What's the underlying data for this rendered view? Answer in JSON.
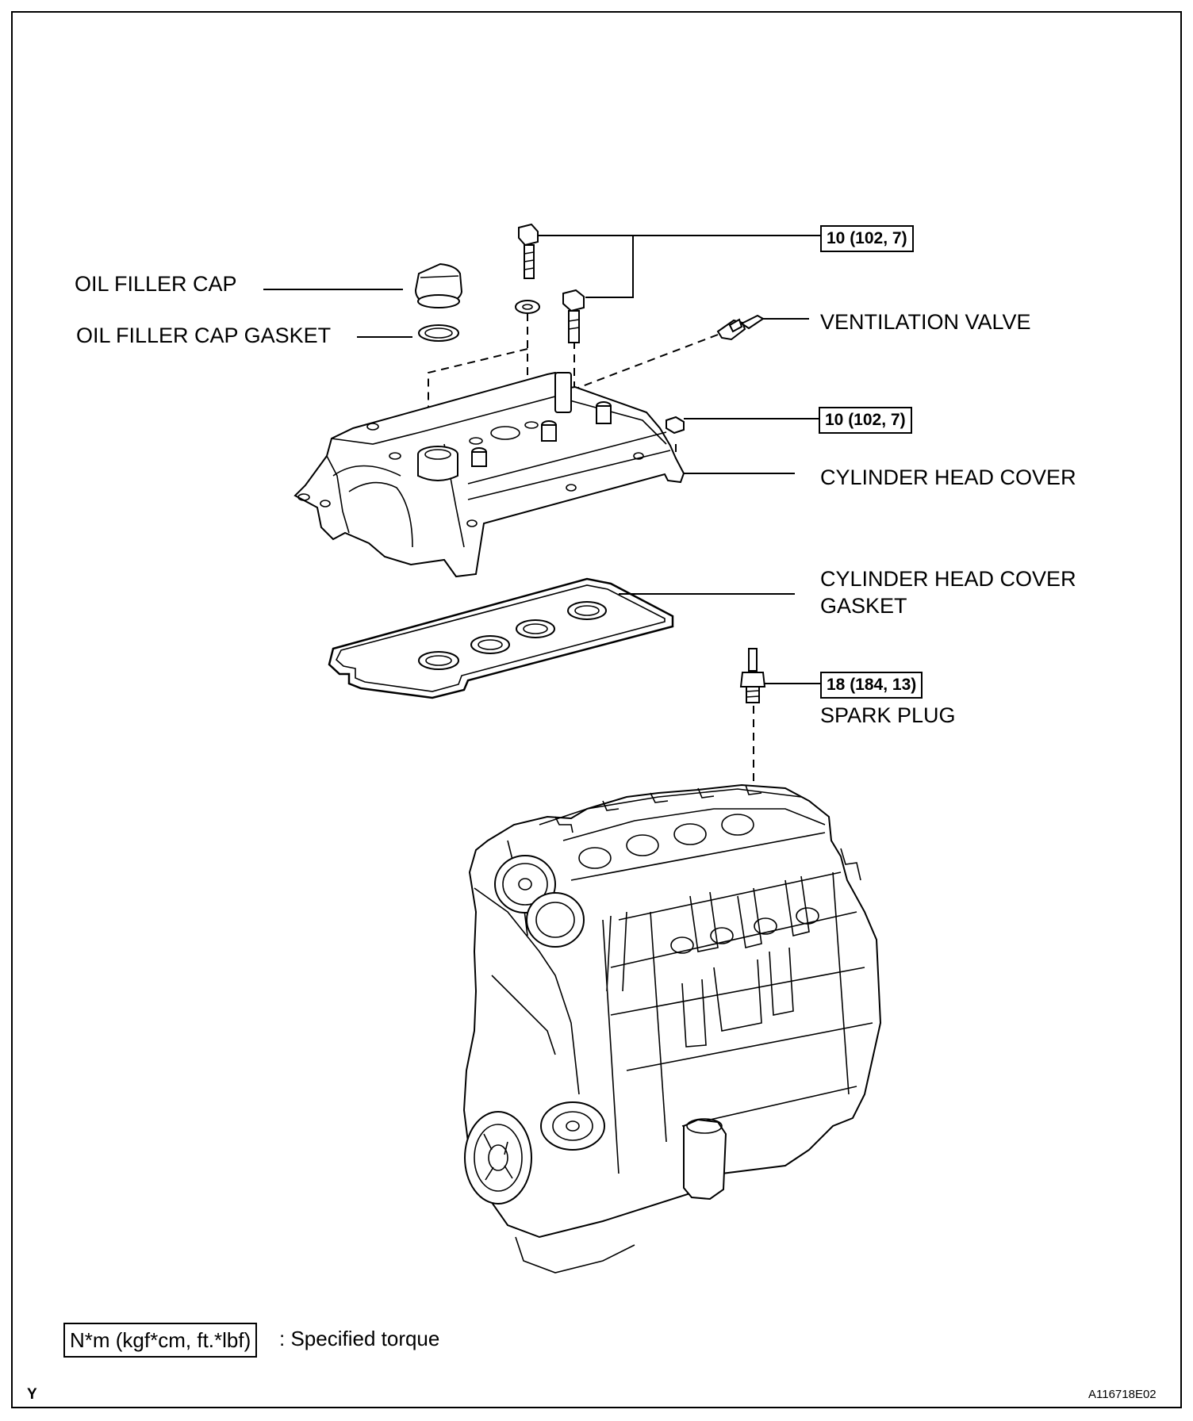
{
  "labels": {
    "oil_filler_cap": "OIL FILLER CAP",
    "oil_filler_cap_gasket": "OIL FILLER CAP GASKET",
    "ventilation_valve": "VENTILATION VALVE",
    "cylinder_head_cover": "CYLINDER HEAD COVER",
    "cylinder_head_cover_gasket_line1": "CYLINDER HEAD COVER",
    "cylinder_head_cover_gasket_line2": "GASKET",
    "spark_plug": "SPARK PLUG"
  },
  "torque": {
    "cover_bolts": "10 (102, 7)",
    "cover_nut": "10 (102, 7)",
    "spark_plug": "18 (184, 13)"
  },
  "legend": {
    "unit_box": "N*m (kgf*cm, ft.*lbf)",
    "description": ": Specified torque"
  },
  "corner": {
    "left": "Y",
    "right": "A116718E02"
  }
}
